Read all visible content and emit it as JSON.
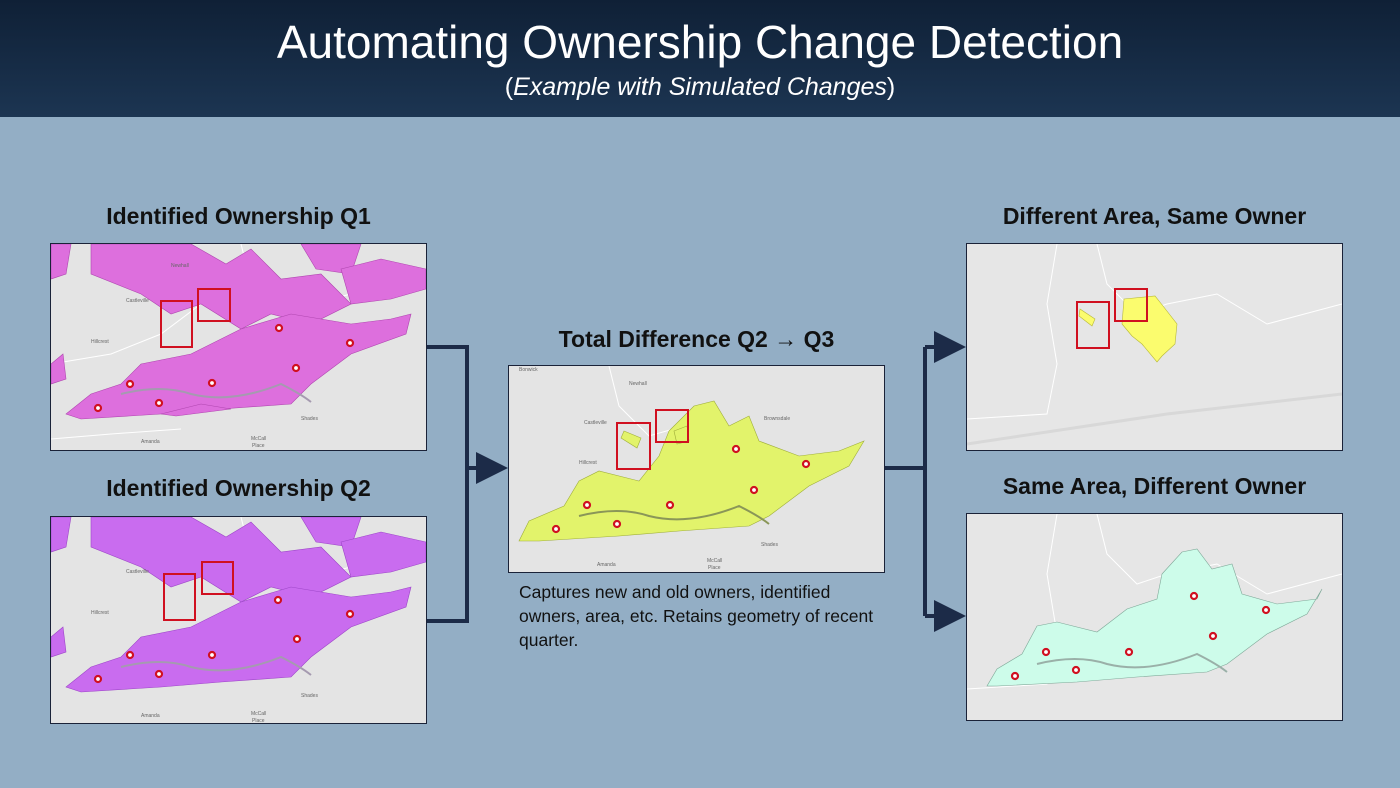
{
  "header": {
    "title": "Automating Ownership Change Detection",
    "subtitle_open": "(",
    "subtitle_italic": "Example with Simulated Changes",
    "subtitle_close": ")"
  },
  "panels": {
    "q1": {
      "title": "Identified Ownership Q1",
      "fill": "#dd6fdd"
    },
    "q2": {
      "title": "Identified Ownership Q2",
      "fill": "#c96cef"
    },
    "diff": {
      "title": "Total Difference Q2 → Q3",
      "fill": "#e2f36b"
    },
    "area_change": {
      "title": "Different Area, Same Owner",
      "fill": "#fbfc6e"
    },
    "owner_change": {
      "title": "Same Area, Different Owner",
      "fill": "#cdfcea"
    }
  },
  "caption": "Captures new and old owners, identified owners, area, etc. Retains geometry of recent quarter.",
  "map_labels": {
    "amanda": "Amanda",
    "mccall_1": "McCall",
    "mccall_2": "Place",
    "shades": "Shades",
    "hillcrest": "Hillcrest",
    "castleville": "Castleville",
    "newhall": "Newhall",
    "bonwick": "Bonwick",
    "brownsdale": "Brownsdale"
  },
  "colors": {
    "highlight_box": "#d01020",
    "connector": "#1c2b48",
    "parcel_marker": "#d01020"
  }
}
